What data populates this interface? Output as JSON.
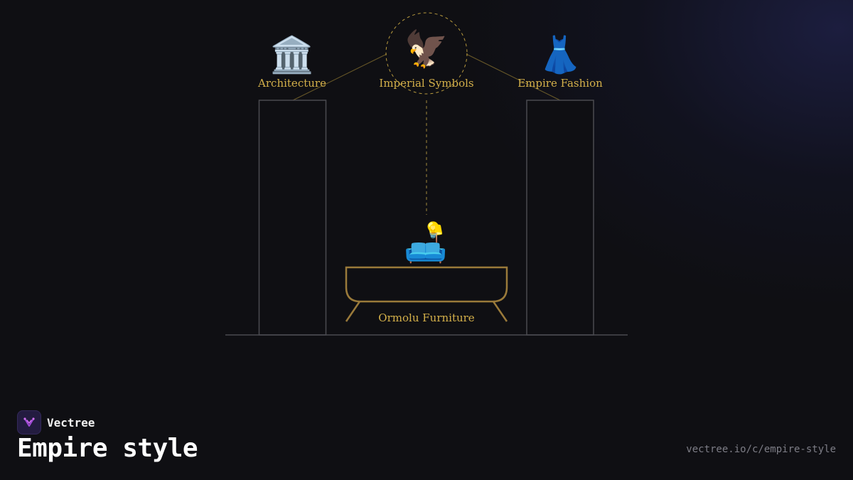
{
  "diagram": {
    "nodes": {
      "architecture": {
        "label": "Architecture",
        "icon": "classical-building-icon",
        "glyph": "🏛️"
      },
      "imperial": {
        "label": "Imperial Symbols",
        "icon": "eagle-icon",
        "glyph": "🦅"
      },
      "fashion": {
        "label": "Empire Fashion",
        "icon": "dress-icon",
        "glyph": "👗"
      },
      "furniture": {
        "label": "Ormolu Furniture",
        "icon": "couch-and-lamp-icon",
        "glyph": "🛋️"
      }
    },
    "colors": {
      "accent_gold": "#d4b04a",
      "furniture_stroke": "#9a7a3a",
      "column_stroke": "#4a4a50",
      "background": "#0f0f13"
    }
  },
  "footer": {
    "brand": "Vectree",
    "brand_icon": "vectree-logo-icon",
    "title": "Empire style",
    "url": "vectree.io/c/empire-style"
  }
}
